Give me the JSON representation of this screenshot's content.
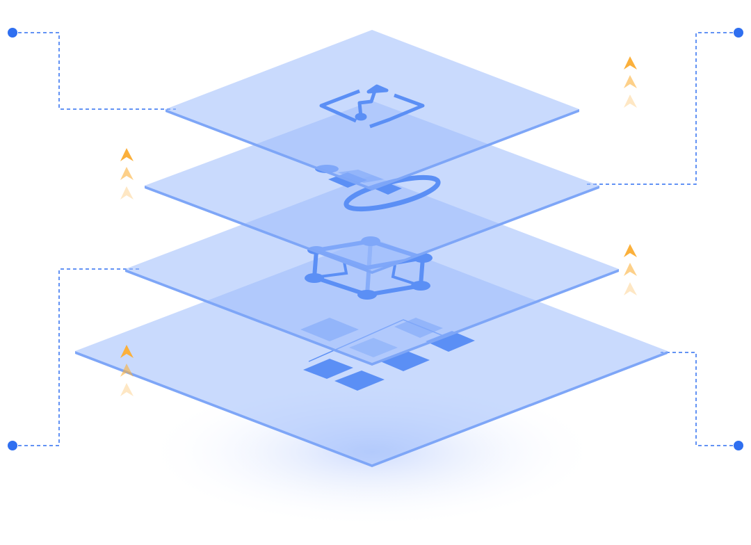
{
  "colors": {
    "layer_fill": "#9dbcfb",
    "layer_edge": "#7ea6f7",
    "icon": "#5b8ff5",
    "connector": "#2f6ff0",
    "arrow": "#fbb03b",
    "shadow": "#c9d8fd"
  },
  "layers": [
    {
      "id": "top",
      "icon": "chart-growth-icon"
    },
    {
      "id": "second",
      "icon": "satellite-icon"
    },
    {
      "id": "third",
      "icon": "network-cube-icon"
    },
    {
      "id": "bottom",
      "icon": "blocks-flow-icon"
    }
  ]
}
